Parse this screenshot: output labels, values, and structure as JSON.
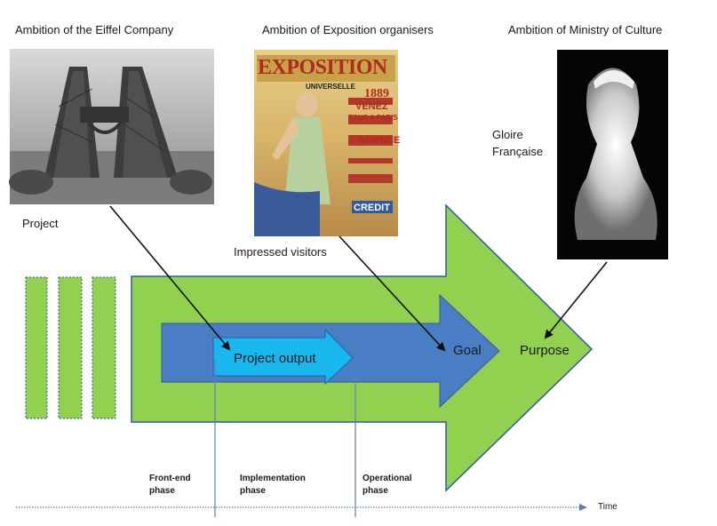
{
  "headers": {
    "eiffel": "Ambition of the Eiffel Company",
    "exposition": "Ambition of Exposition organisers",
    "ministry": "Ambition of Ministry of Culture"
  },
  "labels": {
    "project": "Project",
    "impressed_visitors": "Impressed visitors",
    "gloire_line1": "Gloire",
    "gloire_line2": "Française",
    "project_output": "Project output",
    "goal": "Goal",
    "purpose": "Purpose"
  },
  "poster": {
    "title": "EXPOSITION",
    "subtitle": "UNIVERSELLE",
    "year": "1889",
    "line1": "VENEZ",
    "line2": "TOUS A PARIS",
    "line3": "L'AGENCE",
    "word": "CREDIT"
  },
  "phases": {
    "front_end_1": "Front-end",
    "front_end_2": "phase",
    "implementation_1": "Implementation",
    "implementation_2": "phase",
    "operational_1": "Operational",
    "operational_2": "phase"
  },
  "timeline": {
    "label": "Time"
  },
  "colors": {
    "green_fill": "#92d050",
    "green_border": "#2e5aa0",
    "blue_fill": "#4a7ec4",
    "cyan_fill": "#18b8ef",
    "arrow_black": "#111111",
    "time_line": "#5b7fb5"
  }
}
